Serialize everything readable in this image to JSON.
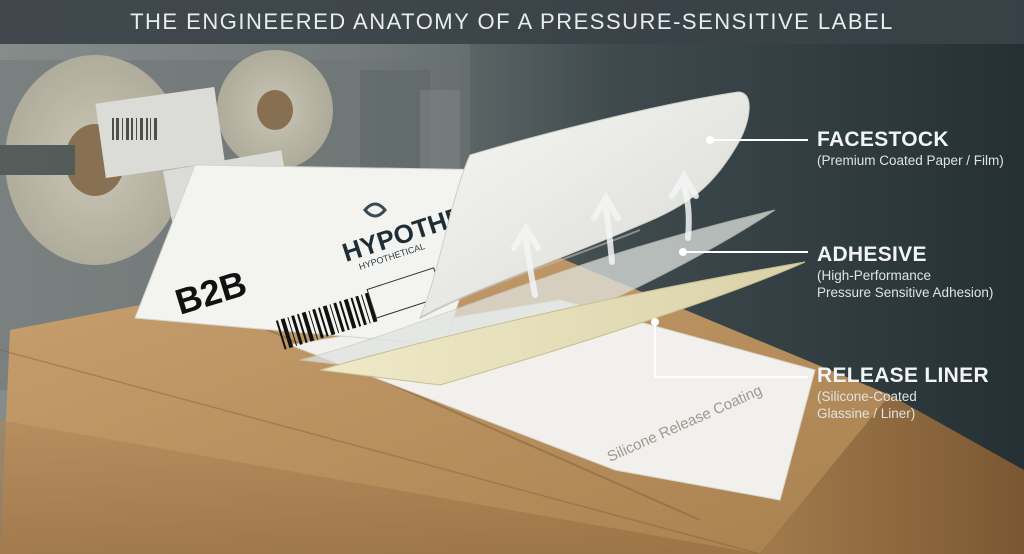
{
  "title": "THE ENGINEERED ANATOMY OF A PRESSURE-SENSITIVE LABEL",
  "label": {
    "code": "B2B",
    "brand": "HYPOTHETIC",
    "brand_sub": "HYPOTHETICAL",
    "liner_text": "Silicone Release Coating"
  },
  "layers": [
    {
      "name": "FACESTOCK",
      "desc_lines": [
        "(Premium Coated Paper / Film)"
      ]
    },
    {
      "name": "ADHESIVE",
      "desc_lines": [
        "(High-Performance",
        "Pressure Sensitive Adhesion)"
      ]
    },
    {
      "name": "RELEASE LINER",
      "desc_lines": [
        "(Silicone-Coated",
        "Glassine / Liner)"
      ]
    }
  ],
  "colors": {
    "background": "#2c3538",
    "cardboard": "#b98f60",
    "facestock": "#eeeeea",
    "adhesive": "#e9e4c2",
    "liner": "#f1f0ec",
    "leader": "#ffffff"
  }
}
